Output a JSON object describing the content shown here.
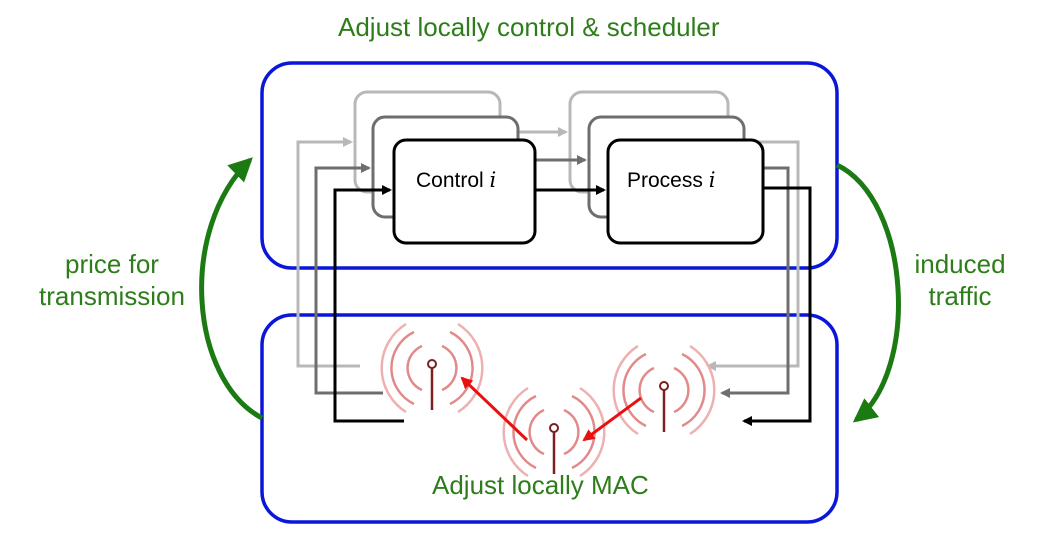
{
  "labels": {
    "top_title": "Adjust locally control & scheduler",
    "bottom_title": "Adjust locally MAC",
    "left_label_line1": "price for",
    "left_label_line2": "transmission",
    "right_label_line1": "induced",
    "right_label_line2": "traffic",
    "control_box": "Control",
    "process_box": "Process",
    "index_symbol": "i"
  },
  "colors": {
    "region_border": "#0a16d8",
    "label_green": "#2e7d1b",
    "feedback_arrow": "#1b7a12",
    "mac_arrow": "#e81010",
    "antenna_ring": "#e28a8a",
    "antenna_mast": "#7a2020",
    "layer_front": "#000000",
    "layer_middle": "#6e6e6e",
    "layer_back": "#b8b8b8"
  },
  "icons": [
    "antenna-icon"
  ]
}
